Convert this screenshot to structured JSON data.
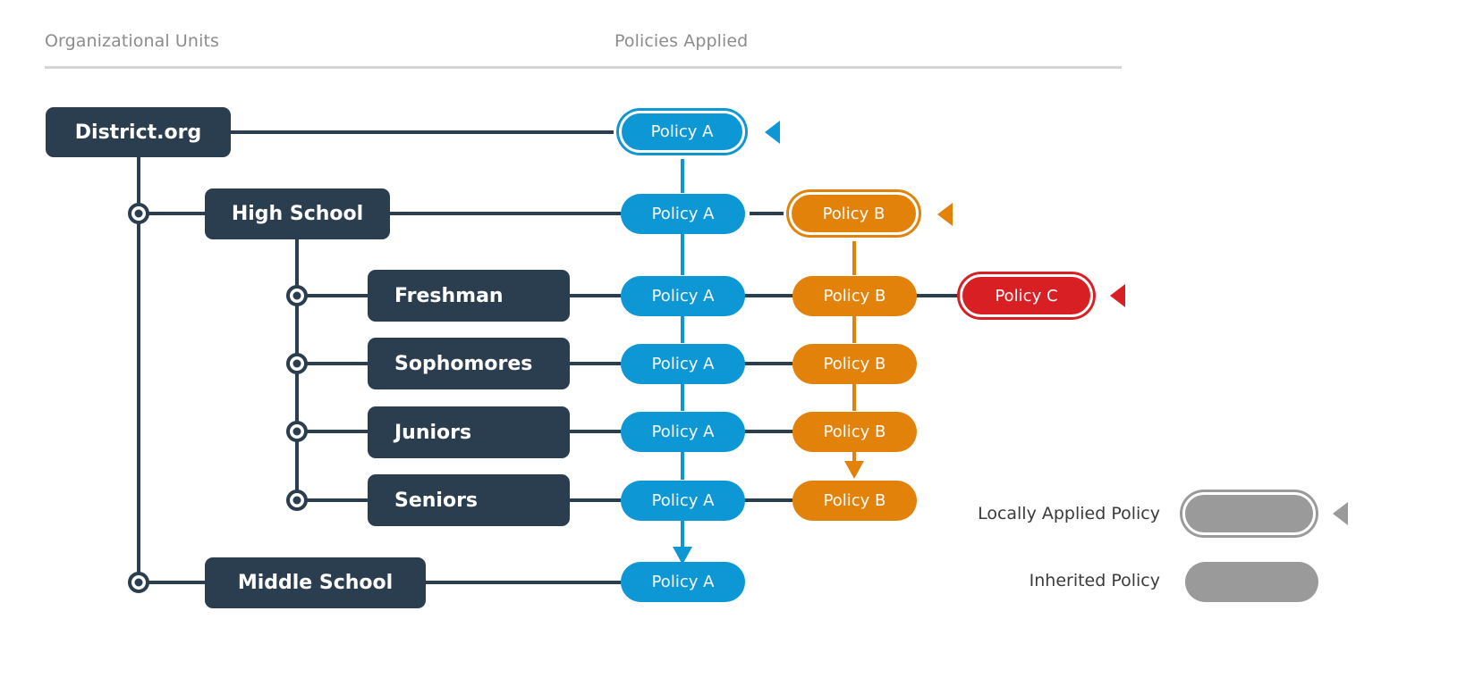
{
  "header": {
    "org_column": "Organizational Units",
    "policy_column": "Policies Applied"
  },
  "colors": {
    "ou_box": "#2b3e4f",
    "policy_a": "#0d97d4",
    "policy_b": "#e3820b",
    "policy_c": "#d81f23",
    "legend_gray": "#9a9a9a",
    "connector": "#2b3e4f",
    "header_text": "#8c8c8c",
    "rule": "#d5d5d5",
    "background": "#ffffff"
  },
  "org_units": [
    {
      "id": "district",
      "label": "District.org",
      "level": 0,
      "align": "center"
    },
    {
      "id": "highschool",
      "label": "High School",
      "level": 1,
      "align": "center"
    },
    {
      "id": "freshman",
      "label": "Freshman",
      "level": 2,
      "align": "left"
    },
    {
      "id": "sophomores",
      "label": "Sophomores",
      "level": 2,
      "align": "left"
    },
    {
      "id": "juniors",
      "label": "Juniors",
      "level": 2,
      "align": "left"
    },
    {
      "id": "seniors",
      "label": "Seniors",
      "level": 2,
      "align": "left"
    },
    {
      "id": "middleschool",
      "label": "Middle School",
      "level": 1,
      "align": "center"
    }
  ],
  "rows": [
    {
      "unit": "District.org",
      "policies": [
        {
          "name": "Policy A",
          "color": "blue",
          "mode": "local",
          "marker": true
        }
      ]
    },
    {
      "unit": "High School",
      "policies": [
        {
          "name": "Policy A",
          "color": "blue",
          "mode": "inherited",
          "marker": false
        },
        {
          "name": "Policy B",
          "color": "orange",
          "mode": "local",
          "marker": true
        }
      ]
    },
    {
      "unit": "Freshman",
      "policies": [
        {
          "name": "Policy A",
          "color": "blue",
          "mode": "inherited",
          "marker": false
        },
        {
          "name": "Policy B",
          "color": "orange",
          "mode": "inherited",
          "marker": false
        },
        {
          "name": "Policy C",
          "color": "red",
          "mode": "local",
          "marker": true
        }
      ]
    },
    {
      "unit": "Sophomores",
      "policies": [
        {
          "name": "Policy A",
          "color": "blue",
          "mode": "inherited",
          "marker": false
        },
        {
          "name": "Policy B",
          "color": "orange",
          "mode": "inherited",
          "marker": false
        }
      ]
    },
    {
      "unit": "Juniors",
      "policies": [
        {
          "name": "Policy A",
          "color": "blue",
          "mode": "inherited",
          "marker": false
        },
        {
          "name": "Policy B",
          "color": "orange",
          "mode": "inherited",
          "marker": false
        }
      ]
    },
    {
      "unit": "Seniors",
      "policies": [
        {
          "name": "Policy A",
          "color": "blue",
          "mode": "inherited",
          "marker": false
        },
        {
          "name": "Policy B",
          "color": "orange",
          "mode": "inherited",
          "marker": false
        }
      ]
    },
    {
      "unit": "Middle School",
      "policies": [
        {
          "name": "Policy A",
          "color": "blue",
          "mode": "inherited",
          "marker": false
        }
      ]
    }
  ],
  "legend": [
    {
      "label": "Locally Applied Policy",
      "mode": "local",
      "marker": true
    },
    {
      "label": "Inherited Policy",
      "mode": "inherited",
      "marker": false
    }
  ]
}
